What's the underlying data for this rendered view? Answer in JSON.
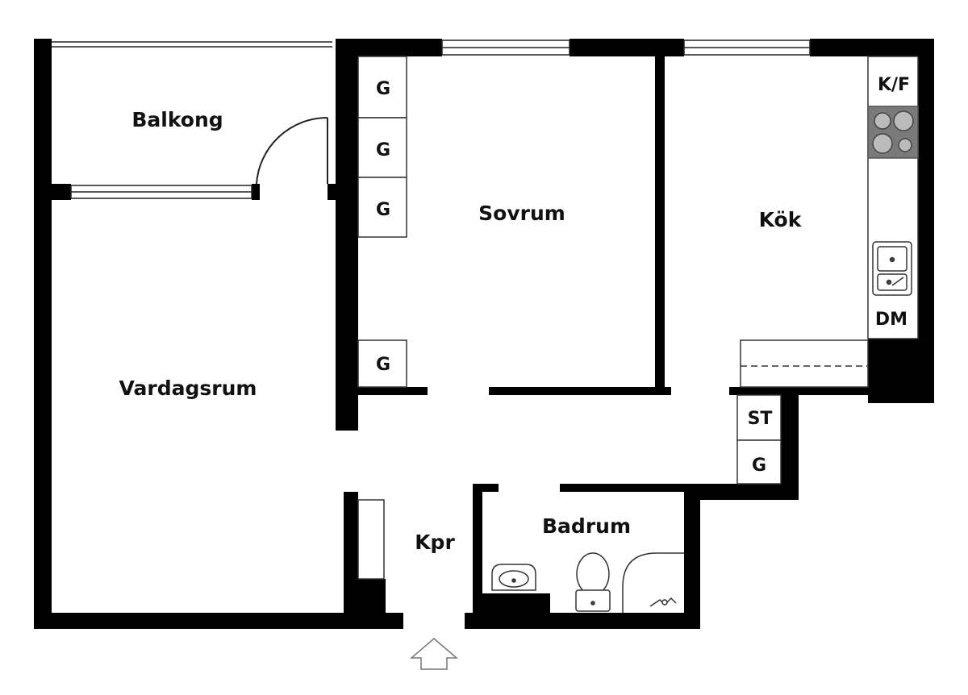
{
  "rooms": {
    "balkong": "Balkong",
    "vardagsrum": "Vardagsrum",
    "sovrum": "Sovrum",
    "kok": "Kök",
    "badrum": "Badrum",
    "kpr": "Kpr"
  },
  "fixtures": {
    "garderob": "G",
    "kyl_frys": "K/F",
    "diskmaskin": "DM",
    "stad": "ST"
  },
  "colors": {
    "wall": "#000000",
    "line": "#222222",
    "floor": "#ffffff",
    "arrow": "#777777"
  }
}
